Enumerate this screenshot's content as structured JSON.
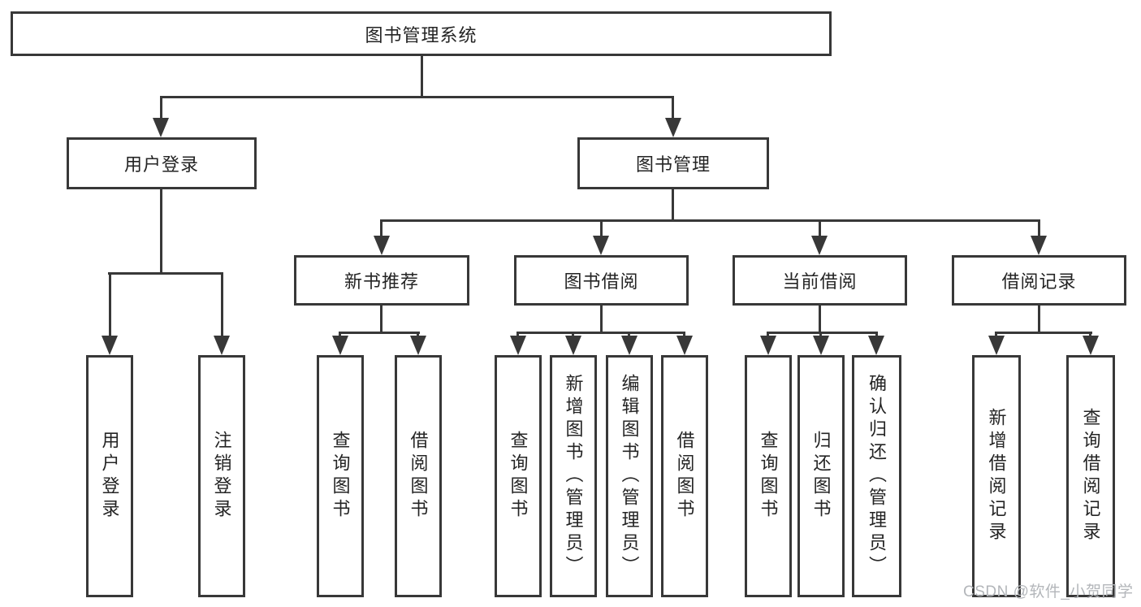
{
  "title": "图书管理系统",
  "colors": {
    "line": "#383838",
    "box_background": "#ffffff",
    "text": "#242424",
    "watermark": "#b3b6ba"
  },
  "tree": {
    "root": {
      "label": "图书管理系统"
    },
    "branches": [
      {
        "label": "用户登录",
        "children": [
          {
            "label": "用户登录"
          },
          {
            "label": "注销登录"
          }
        ]
      },
      {
        "label": "图书管理",
        "children": [
          {
            "label": "新书推荐",
            "children": [
              {
                "label": "查询图书"
              },
              {
                "label": "借阅图书"
              }
            ]
          },
          {
            "label": "图书借阅",
            "children": [
              {
                "label": "查询图书"
              },
              {
                "label": "新增图书（管理员）"
              },
              {
                "label": "编辑图书（管理员）"
              },
              {
                "label": "借阅图书"
              }
            ]
          },
          {
            "label": "当前借阅",
            "children": [
              {
                "label": "查询图书"
              },
              {
                "label": "归还图书"
              },
              {
                "label": "确认归还（管理员）"
              }
            ]
          },
          {
            "label": "借阅记录",
            "children": [
              {
                "label": "新增借阅记录"
              },
              {
                "label": "查询借阅记录"
              }
            ]
          }
        ]
      }
    ]
  },
  "watermark": {
    "text": "CSDN @软件_小贺同学"
  }
}
